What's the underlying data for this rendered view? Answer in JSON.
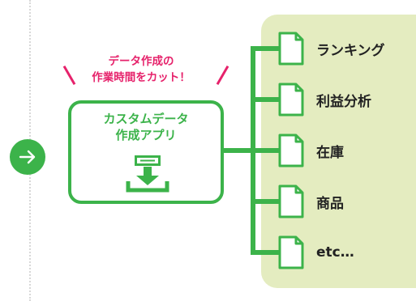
{
  "callout": {
    "line1": "データ作成の",
    "line2": "作業時間をカット！"
  },
  "app": {
    "title_line1": "カスタムデータ",
    "title_line2": "作成アプリ"
  },
  "outputs": [
    {
      "label": "ランキング"
    },
    {
      "label": "利益分析"
    },
    {
      "label": "在庫"
    },
    {
      "label": "商品"
    },
    {
      "label": "etc…"
    }
  ],
  "colors": {
    "green": "#3cb34a",
    "pink": "#e6226b",
    "panel": "#e4ecc0"
  },
  "icons": {
    "arrow": "arrow-right-icon",
    "app": "download-tray-icon",
    "output": "document-icon"
  }
}
